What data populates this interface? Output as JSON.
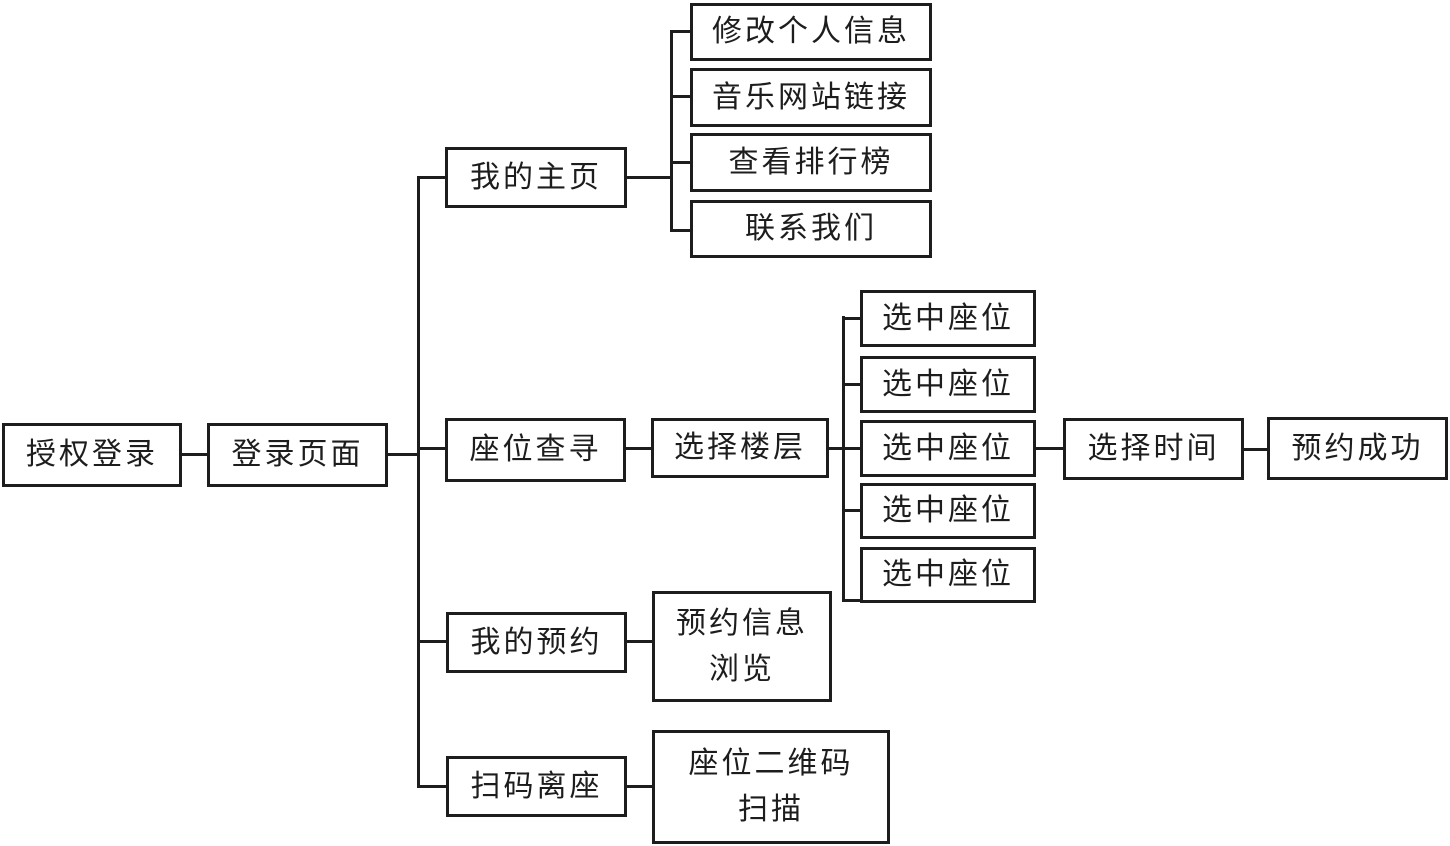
{
  "diagram": {
    "title": "seat-reservation-app-function-flowchart",
    "background_color": "#ffffff",
    "line_color": "#1d1d1d",
    "nodes": {
      "authorized_login": "授权登录",
      "login_page": "登录页面",
      "my_homepage": "我的主页",
      "edit_personal_info": "修改个人信息",
      "music_site_link": "音乐网站链接",
      "view_ranking": "查看排行榜",
      "contact_us": "联系我们",
      "seat_search": "座位查寻",
      "select_floor": "选择楼层",
      "selected_seat_1": "选中座位",
      "selected_seat_2": "选中座位",
      "selected_seat_3": "选中座位",
      "selected_seat_4": "选中座位",
      "selected_seat_5": "选中座位",
      "select_time": "选择时间",
      "reservation_success": "预约成功",
      "my_reservation": "我的预约",
      "reservation_info_browse": "预约信息\n浏览",
      "scan_code_leave_seat": "扫码离座",
      "seat_qrcode_scan": "座位二维码\n扫描"
    },
    "edges": [
      {
        "from": "authorized_login",
        "to": "login_page"
      },
      {
        "from": "login_page",
        "to": "my_homepage"
      },
      {
        "from": "login_page",
        "to": "seat_search"
      },
      {
        "from": "login_page",
        "to": "my_reservation"
      },
      {
        "from": "login_page",
        "to": "scan_code_leave_seat"
      },
      {
        "from": "my_homepage",
        "to": "edit_personal_info"
      },
      {
        "from": "my_homepage",
        "to": "music_site_link"
      },
      {
        "from": "my_homepage",
        "to": "view_ranking"
      },
      {
        "from": "my_homepage",
        "to": "contact_us"
      },
      {
        "from": "seat_search",
        "to": "select_floor"
      },
      {
        "from": "select_floor",
        "to": "selected_seat_1"
      },
      {
        "from": "select_floor",
        "to": "selected_seat_2"
      },
      {
        "from": "select_floor",
        "to": "selected_seat_3"
      },
      {
        "from": "select_floor",
        "to": "selected_seat_4"
      },
      {
        "from": "select_floor",
        "to": "selected_seat_5"
      },
      {
        "from": "selected_seat_3",
        "to": "select_time"
      },
      {
        "from": "select_time",
        "to": "reservation_success"
      },
      {
        "from": "my_reservation",
        "to": "reservation_info_browse"
      },
      {
        "from": "scan_code_leave_seat",
        "to": "seat_qrcode_scan"
      }
    ]
  }
}
